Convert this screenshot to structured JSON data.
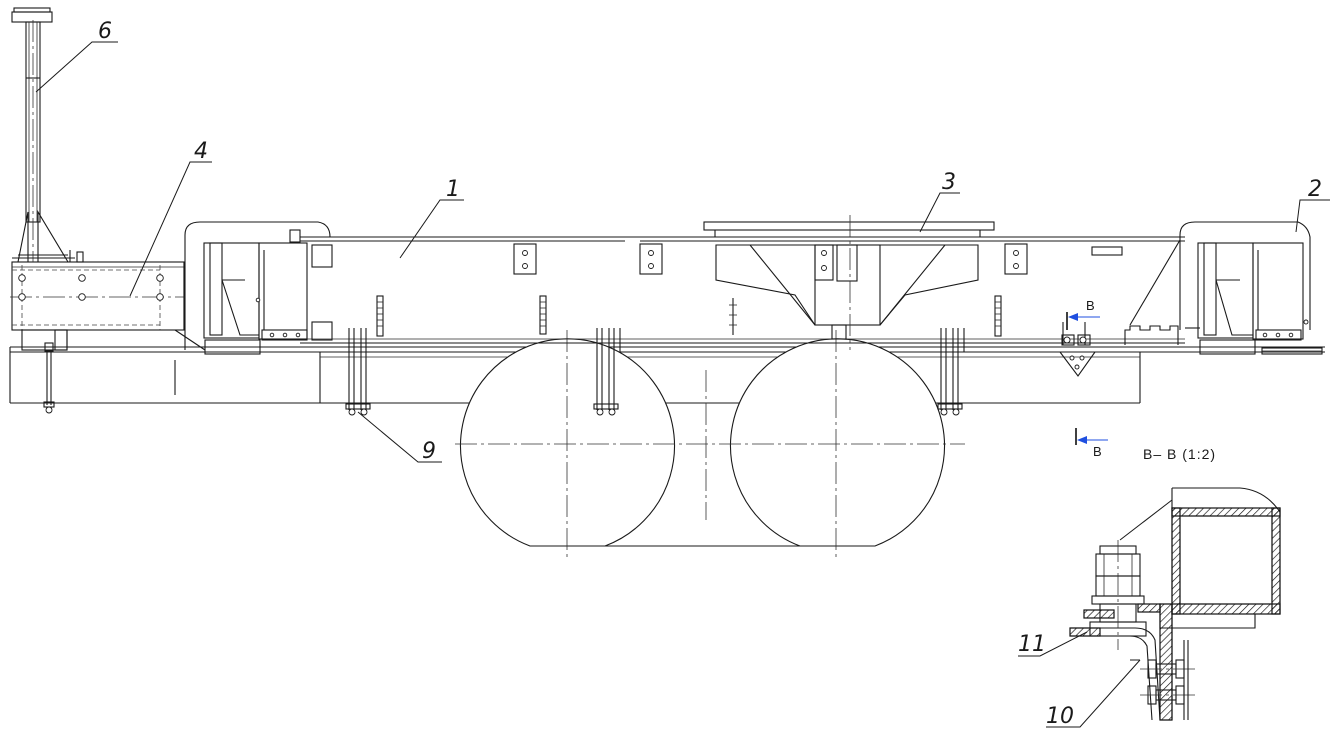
{
  "callouts": {
    "c1": "1",
    "c2": "2",
    "c3": "3",
    "c4": "4",
    "c6": "6",
    "c9": "9",
    "c10": "10",
    "c11": "11"
  },
  "section": {
    "marker_letter": "B",
    "title": "B– B (1:2)"
  },
  "colors": {
    "section_marker": "#1f4fe0",
    "lines": "#1a1a1a"
  }
}
